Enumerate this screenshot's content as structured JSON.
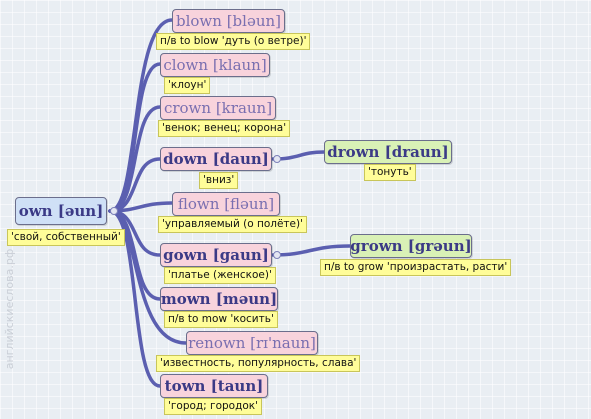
{
  "root": {
    "word": "own",
    "ipa": "[əun]",
    "gloss": "'свой, собственный'"
  },
  "children": [
    {
      "word": "blown",
      "ipa": "[bləun]",
      "gloss": "п/в to blow 'дуть (о ветре)'"
    },
    {
      "word": "clown",
      "ipa": "[klaun]",
      "gloss": "'клоун'"
    },
    {
      "word": "crown",
      "ipa": "[kraun]",
      "gloss": "'венок; венец; корона'"
    },
    {
      "word": "down",
      "ipa": "[daun]",
      "gloss": "'вниз'"
    },
    {
      "word": "flown",
      "ipa": "[fləun]",
      "gloss": "'управляемый (о полёте)'"
    },
    {
      "word": "gown",
      "ipa": "[gaun]",
      "gloss": "'платье (женское)'"
    },
    {
      "word": "mown",
      "ipa": "[məun]",
      "gloss": "п/в to mow 'косить'"
    },
    {
      "word": "renown",
      "ipa": "[rɪ'naun]",
      "gloss": "'известность, популярность, слава'"
    },
    {
      "word": "town",
      "ipa": "[taun]",
      "gloss": "'город; городок'"
    }
  ],
  "subchildren": [
    {
      "word": "drown",
      "ipa": "[draun]",
      "gloss": "'тонуть'"
    },
    {
      "word": "grown",
      "ipa": "[grəun]",
      "gloss": "п/в to grow 'произрастать, расти'"
    }
  ],
  "watermark": "английскиеслова.рф",
  "colors": {
    "link": "#5b5fb0",
    "pink": "#f8d3dc",
    "blue": "#cfe0f6",
    "green": "#d9f1b6",
    "gloss": "#fffd99"
  }
}
